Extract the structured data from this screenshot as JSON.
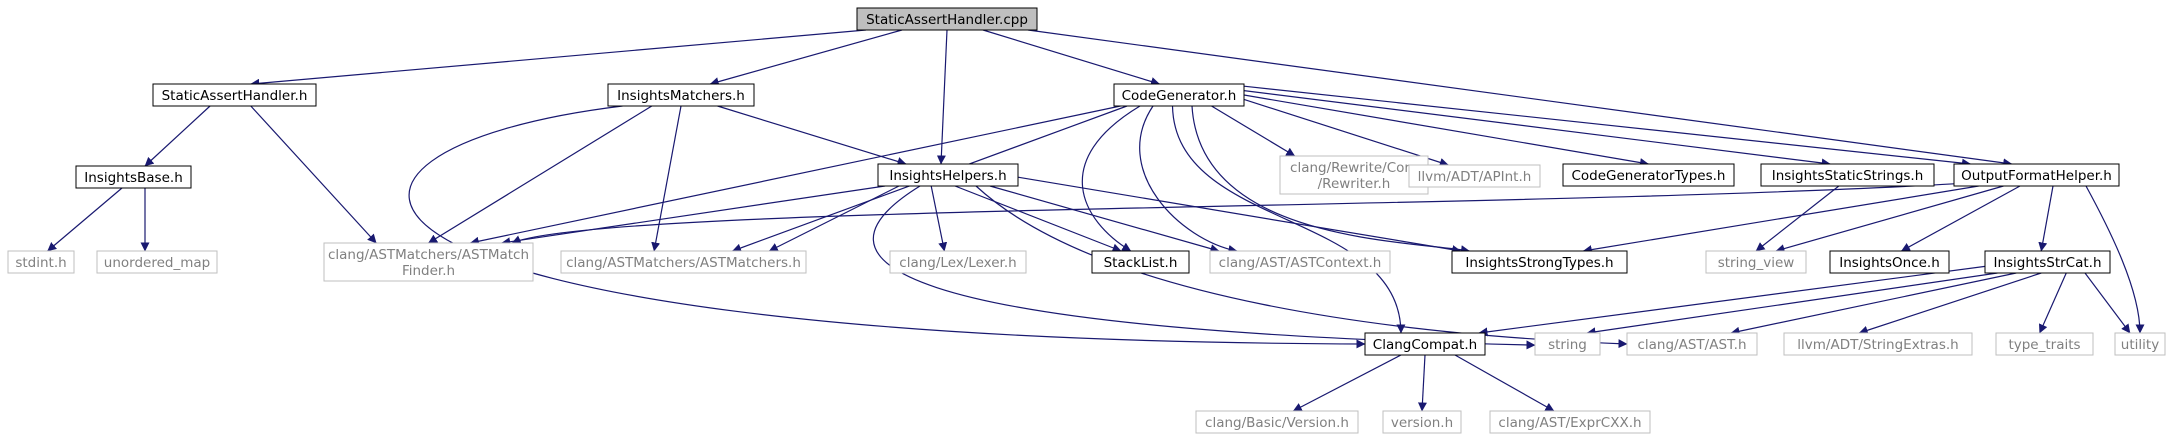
{
  "title": "StaticAssertHandler.cpp",
  "colors": {
    "edge": "#191970",
    "node_border": "#000000",
    "system_border": "#bfbfbf",
    "root_fill": "#bfbfbf",
    "node_fill": "#ffffff",
    "text": "#000000",
    "system_text": "#808080"
  },
  "nodes": {
    "root": {
      "lines": [
        "StaticAssertHandler.cpp"
      ]
    },
    "sah_h": {
      "lines": [
        "StaticAssertHandler.h"
      ]
    },
    "matchers": {
      "lines": [
        "InsightsMatchers.h"
      ]
    },
    "codegen": {
      "lines": [
        "CodeGenerator.h"
      ]
    },
    "ofh": {
      "lines": [
        "OutputFormatHelper.h"
      ]
    },
    "ibase": {
      "lines": [
        "InsightsBase.h"
      ]
    },
    "ihelpers": {
      "lines": [
        "InsightsHelpers.h"
      ]
    },
    "rewriter": {
      "lines": [
        "clang/Rewrite/Core",
        "/Rewriter.h"
      ]
    },
    "apint": {
      "lines": [
        "llvm/ADT/APInt.h"
      ]
    },
    "cgtypes": {
      "lines": [
        "CodeGeneratorTypes.h"
      ]
    },
    "istatic": {
      "lines": [
        "InsightsStaticStrings.h"
      ]
    },
    "stdint": {
      "lines": [
        "stdint.h"
      ]
    },
    "umap": {
      "lines": [
        "unordered_map"
      ]
    },
    "matchfinder": {
      "lines": [
        "clang/ASTMatchers/ASTMatch",
        "Finder.h"
      ]
    },
    "astmatchers": {
      "lines": [
        "clang/ASTMatchers/ASTMatchers.h"
      ]
    },
    "lexer": {
      "lines": [
        "clang/Lex/Lexer.h"
      ]
    },
    "stacklist": {
      "lines": [
        "StackList.h"
      ]
    },
    "astcontext": {
      "lines": [
        "clang/AST/ASTContext.h"
      ]
    },
    "strongtypes": {
      "lines": [
        "InsightsStrongTypes.h"
      ]
    },
    "strview": {
      "lines": [
        "string_view"
      ]
    },
    "ionce": {
      "lines": [
        "InsightsOnce.h"
      ]
    },
    "strcat": {
      "lines": [
        "InsightsStrCat.h"
      ]
    },
    "compat": {
      "lines": [
        "ClangCompat.h"
      ]
    },
    "string": {
      "lines": [
        "string"
      ]
    },
    "ast": {
      "lines": [
        "clang/AST/AST.h"
      ]
    },
    "strextras": {
      "lines": [
        "llvm/ADT/StringExtras.h"
      ]
    },
    "typetraits": {
      "lines": [
        "type_traits"
      ]
    },
    "utility": {
      "lines": [
        "utility"
      ]
    },
    "version": {
      "lines": [
        "clang/Basic/Version.h"
      ]
    },
    "versionh": {
      "lines": [
        "version.h"
      ]
    },
    "exprcxx": {
      "lines": [
        "clang/AST/ExprCXX.h"
      ]
    }
  }
}
